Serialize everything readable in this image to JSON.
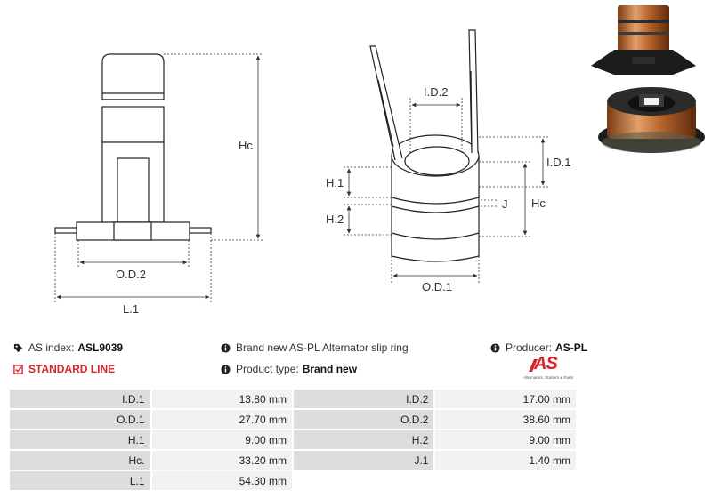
{
  "dimension_labels": {
    "hc_left": "Hc",
    "od2": "O.D.2",
    "l1": "L.1",
    "id2": "I.D.2",
    "id1": "I.D.1",
    "h1": "H.1",
    "h2": "H.2",
    "j": "J",
    "hc_right": "Hc",
    "od1": "O.D.1"
  },
  "info": {
    "as_index_label": "AS index:",
    "as_index_value": "ASL9039",
    "standard_line": "STANDARD LINE",
    "description": "Brand new AS-PL Alternator slip ring",
    "product_type_label": "Product type:",
    "product_type_value": "Brand new",
    "producer_label": "Producer:",
    "producer_value": "AS-PL"
  },
  "logo": {
    "main": "AS",
    "sub": "Alternators, Starters & Parts"
  },
  "specs": [
    {
      "l1": "I.D.1",
      "v1": "13.80 mm",
      "l2": "I.D.2",
      "v2": "17.00 mm"
    },
    {
      "l1": "O.D.1",
      "v1": "27.70 mm",
      "l2": "O.D.2",
      "v2": "38.60 mm"
    },
    {
      "l1": "H.1",
      "v1": "9.00 mm",
      "l2": "H.2",
      "v2": "9.00 mm"
    },
    {
      "l1": "Hc.",
      "v1": "33.20 mm",
      "l2": "J.1",
      "v2": "1.40 mm"
    },
    {
      "l1": "L.1",
      "v1": "54.30 mm",
      "l2": "",
      "v2": ""
    }
  ],
  "colors": {
    "accent_red": "#d8232a",
    "label_cell": "#dcdcdc",
    "value_cell": "#f2f2f2"
  },
  "icons": {
    "as_index": "tag-icon",
    "standard_line": "checkbox-icon",
    "description": "info-icon",
    "product_type": "info-icon",
    "producer": "info-icon"
  }
}
